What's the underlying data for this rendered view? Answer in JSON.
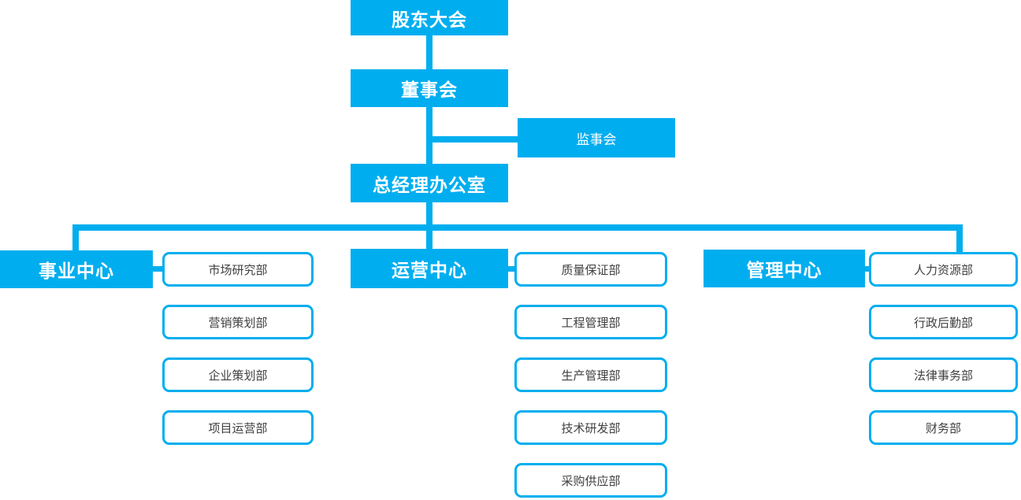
{
  "colors": {
    "primary": "#00AEEF",
    "node-text": "#FFFFFF",
    "dept-text": "#404040",
    "background": "#FFFFFF"
  },
  "org": {
    "root": "股东大会",
    "board": "董事会",
    "supervisory": "监事会",
    "gm_office": "总经理办公室",
    "branches": [
      {
        "center": "事业中心",
        "departments": [
          "市场研究部",
          "营销策划部",
          "企业策划部",
          "项目运营部"
        ]
      },
      {
        "center": "运营中心",
        "departments": [
          "质量保证部",
          "工程管理部",
          "生产管理部",
          "技术研发部",
          "采购供应部"
        ]
      },
      {
        "center": "管理中心",
        "departments": [
          "人力资源部",
          "行政后勤部",
          "法律事务部",
          "财务部"
        ]
      }
    ]
  }
}
